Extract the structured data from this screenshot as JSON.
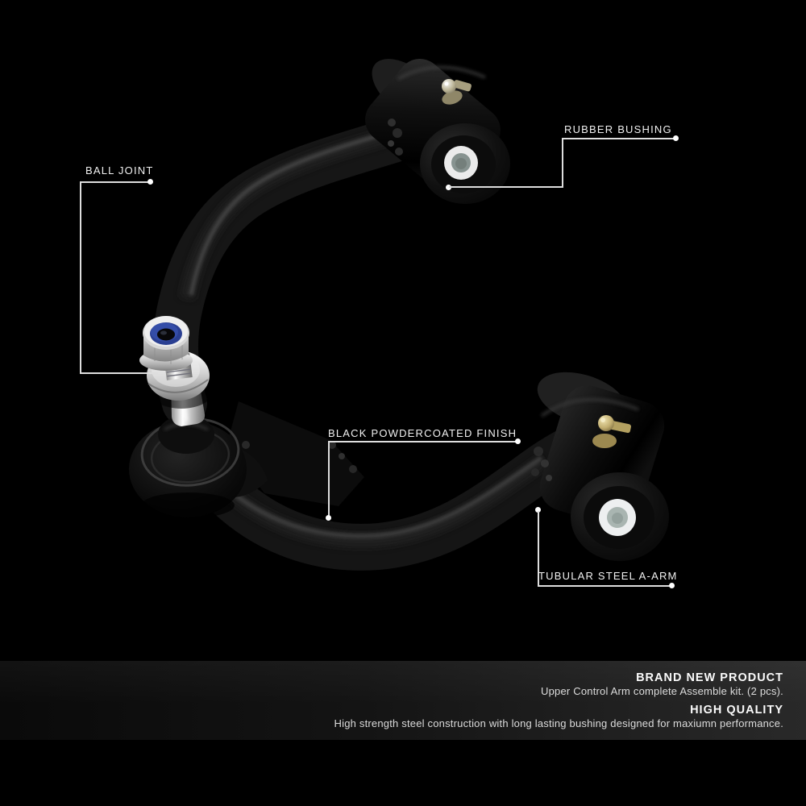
{
  "callouts": [
    {
      "id": "rubber-bushing",
      "label": "RUBBER BUSHING"
    },
    {
      "id": "ball-joint",
      "label": "BALL JOINT"
    },
    {
      "id": "powdercoated-finish",
      "label": "BLACK POWDERCOATED FINISH"
    },
    {
      "id": "tubular-steel-a-arm",
      "label": "TUBULAR STEEL A-ARM"
    }
  ],
  "info_panel": {
    "sections": [
      {
        "heading": "BRAND NEW PRODUCT",
        "description": "Upper Control Arm complete Assemble kit. (2 pcs)."
      },
      {
        "heading": "HIGH QUALITY",
        "description": "High strength steel construction with long lasting bushing designed for maxiumn performance."
      }
    ]
  },
  "colors": {
    "background": "#000000",
    "label_text": "#f1f1f1",
    "leader_line": "#dedede",
    "panel_gradient_left": "#0a0a0a",
    "panel_gradient_right": "#292929",
    "heading_text": "#fbfbfb",
    "body_text": "#dcdcdc",
    "nylock_ring_blue": "#2a3f92",
    "zerk_fitting_gold": "#c2ae70",
    "metal_silver": "#d8d8d8",
    "powdercoat_black": "#141414"
  }
}
